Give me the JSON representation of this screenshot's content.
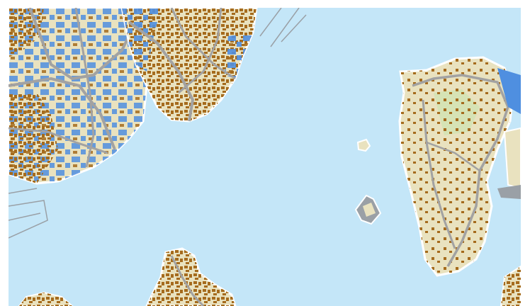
{
  "map": {
    "kind": "topographic-city-map-detail",
    "labels": [],
    "colors": {
      "water": "#c4e6f8",
      "land": "#e9e2bf",
      "land_green": "#d6e3b5",
      "building": "#a56b1d",
      "building_blue": "#4f8fe0",
      "road": "#a2a2a2",
      "pier": "#9aa0a6",
      "border": "#ffffff"
    },
    "features": [
      "north-west-city-island",
      "north-center-peninsula",
      "east-island",
      "small-islet",
      "harbor-pier-structure",
      "south-landmass",
      "south-west-corner-land",
      "east-edge-land"
    ]
  }
}
